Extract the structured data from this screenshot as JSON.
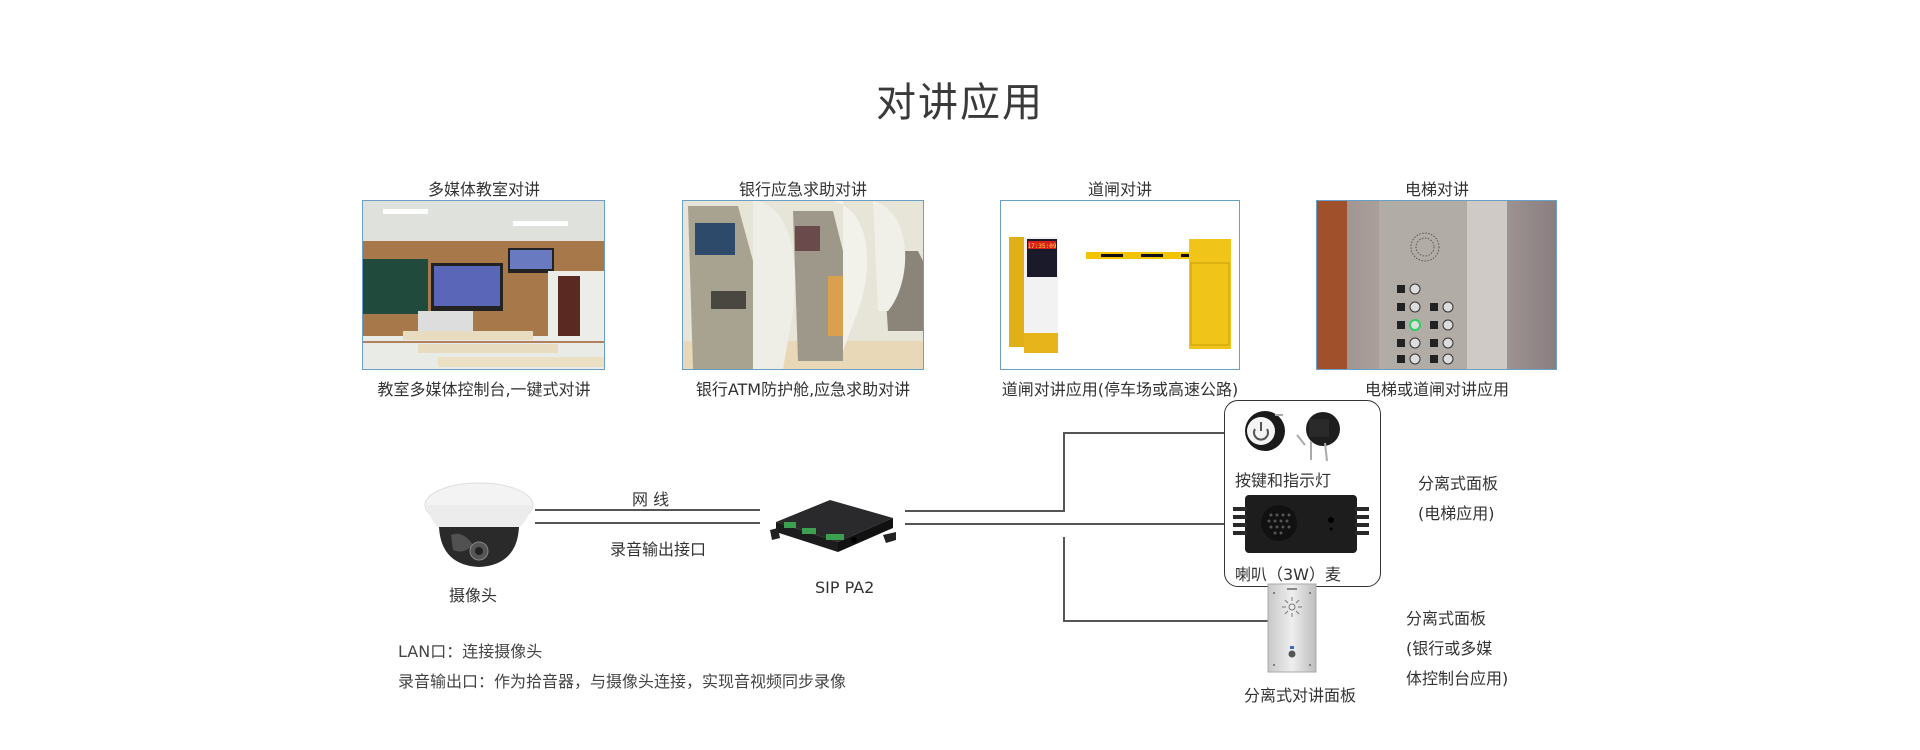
{
  "title": "对讲应用",
  "applications": [
    {
      "heading": "多媒体教室对讲",
      "caption": "教室多媒体控制台,一键式对讲",
      "image": "classroom-photo"
    },
    {
      "heading": "银行应急求助对讲",
      "caption": "银行ATM防护舱,应急求助对讲",
      "image": "atm-photo"
    },
    {
      "heading": "道闸对讲",
      "caption": "道闸对讲应用(停车场或高速公路)",
      "image": "barrier-gate-photo"
    },
    {
      "heading": "电梯对讲",
      "caption": "电梯或道闸对讲应用",
      "image": "elevator-panel-photo"
    }
  ],
  "gate_display": "17:35:09",
  "diagram": {
    "camera_label": "摄像头",
    "network_line_label": "网 线",
    "audio_out_label": "录音输出接口",
    "device_label": "SIP PA2",
    "button_label": "按键和指示灯",
    "speaker_label": "喇叭（3W）麦",
    "split_panel_elevator": [
      "分离式面板",
      "(电梯应用)"
    ],
    "split_panel_bank": [
      "分离式面板",
      "(银行或多媒",
      "体控制台应用)"
    ],
    "intercom_panel_label": "分离式对讲面板"
  },
  "notes": [
    "LAN口：连接摄像头",
    "录音输出口：作为拾音器，与摄像头连接，实现音视频同步录像"
  ]
}
